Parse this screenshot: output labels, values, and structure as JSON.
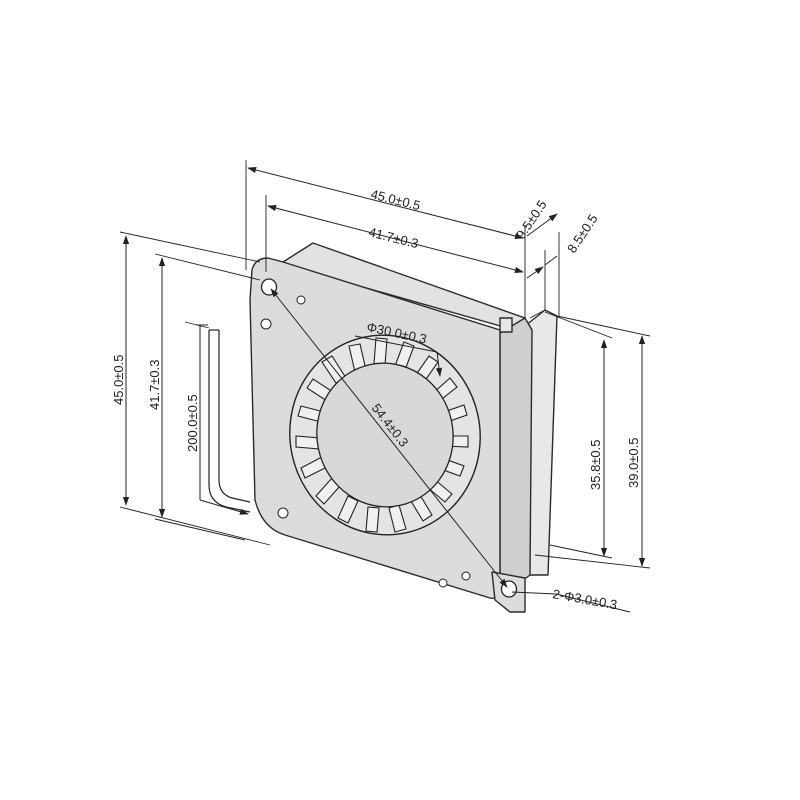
{
  "dimensions": {
    "overall_width": "45.0±0.5",
    "hole_spacing_width": "41.7±0.3",
    "outlet_depth": "9.5±0.5",
    "body_thickness": "8.5±0.5",
    "overall_height": "45.0±0.5",
    "hole_spacing_height": "41.7±0.3",
    "cable_length": "200.0±0.5",
    "impeller_diameter": "Φ30.0±0.3",
    "diagonal_hole_spacing": "54.4±0.3",
    "outlet_inner_height": "35.8±0.5",
    "outlet_outer_height": "39.0±0.5",
    "mounting_holes": "2-Φ3.0±0.3"
  },
  "colors": {
    "body_face": "#dcdcdc",
    "body_side": "#cfcfcf",
    "outlet": "#e6e6e6",
    "line": "#222222"
  }
}
